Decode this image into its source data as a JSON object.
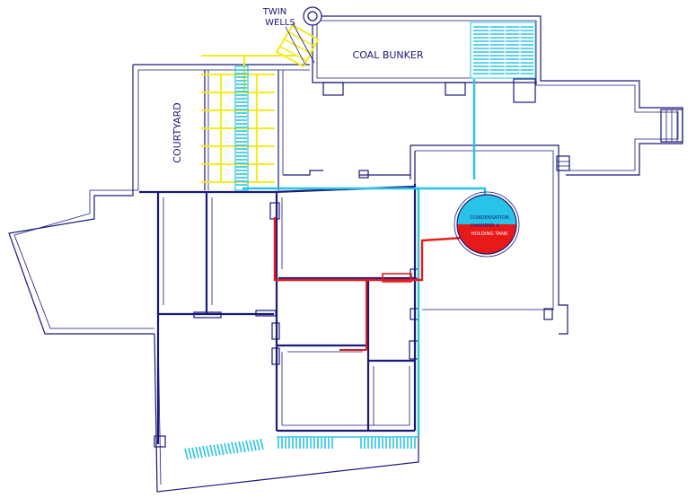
{
  "labels": {
    "twin_wells_line1": "TWIN",
    "twin_wells_line2": "WELLS",
    "coal_bunker": "COAL BUNKER",
    "courtyard": "COURTYARD",
    "tank_line1": "CONDENSATION",
    "tank_line2": "CHAMBER &",
    "tank_line3": "HOLDING TANK"
  },
  "colors": {
    "walls": "#1a1a7a",
    "cold_water": "#29c3e8",
    "hot_water": "#e81919",
    "grating": "#f2ee1e",
    "background": "#ffffff"
  }
}
